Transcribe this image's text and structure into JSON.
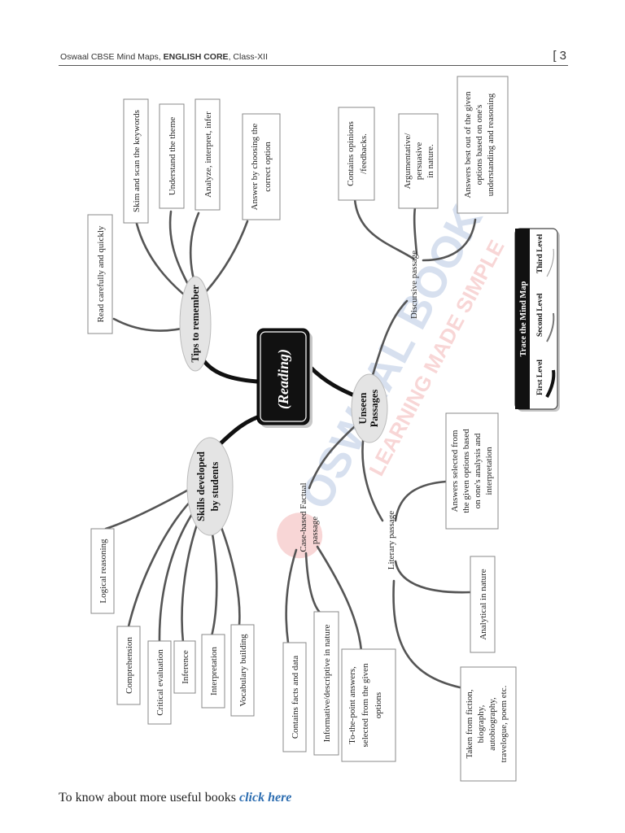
{
  "header": {
    "series": "Oswaal CBSE Mind Maps, ",
    "subject": "ENGLISH CORE",
    "cls": ", Class-XII",
    "page": "[ 3"
  },
  "center": {
    "label": "(Reading)"
  },
  "branches": {
    "tips": {
      "label": "Tips to remember",
      "items": [
        "Read carefully and quickly",
        "Skim and scan the keywords",
        "Understand the theme",
        "Analyze, interpret, infer",
        "Answer by choosing the correct option"
      ]
    },
    "unseen": {
      "label": "Unseen Passages",
      "discursive": {
        "label": "Discursive passage",
        "items": [
          "Contains opinions /feedbacks.",
          "Argumentative/ persuasive in nature.",
          "Answers best out of the given options based on one's understanding and reasoning"
        ]
      },
      "literary": {
        "label": "Literary passage",
        "items": [
          "Answers selected from the given options based on one's analysis and interpretation",
          "Analytical in nature",
          "Taken from fiction, biography, autobiography, travelogue, poem etc."
        ]
      },
      "factual": {
        "label": "Case-based Factual passage",
        "items": [
          "Contains facts and data",
          "Informative/descriptive in nature",
          "To-the-point answers, selected from the given options"
        ]
      }
    },
    "skills": {
      "label": "Skills developed by students",
      "items": [
        "Logical reasoning",
        "Comprehension",
        "Critical evaluation",
        "Inference",
        "Interpretation",
        "Vocabulary building"
      ]
    }
  },
  "legend": {
    "title": "Trace the Mind Map",
    "levels": [
      "First Level",
      "Second Level",
      "Third Level"
    ]
  },
  "watermark": {
    "line1": "OSWAAL BOOKS",
    "line2": "LEARNING MADE SIMPLE"
  },
  "footer": {
    "text": "To know about more useful books ",
    "link": "click here"
  }
}
